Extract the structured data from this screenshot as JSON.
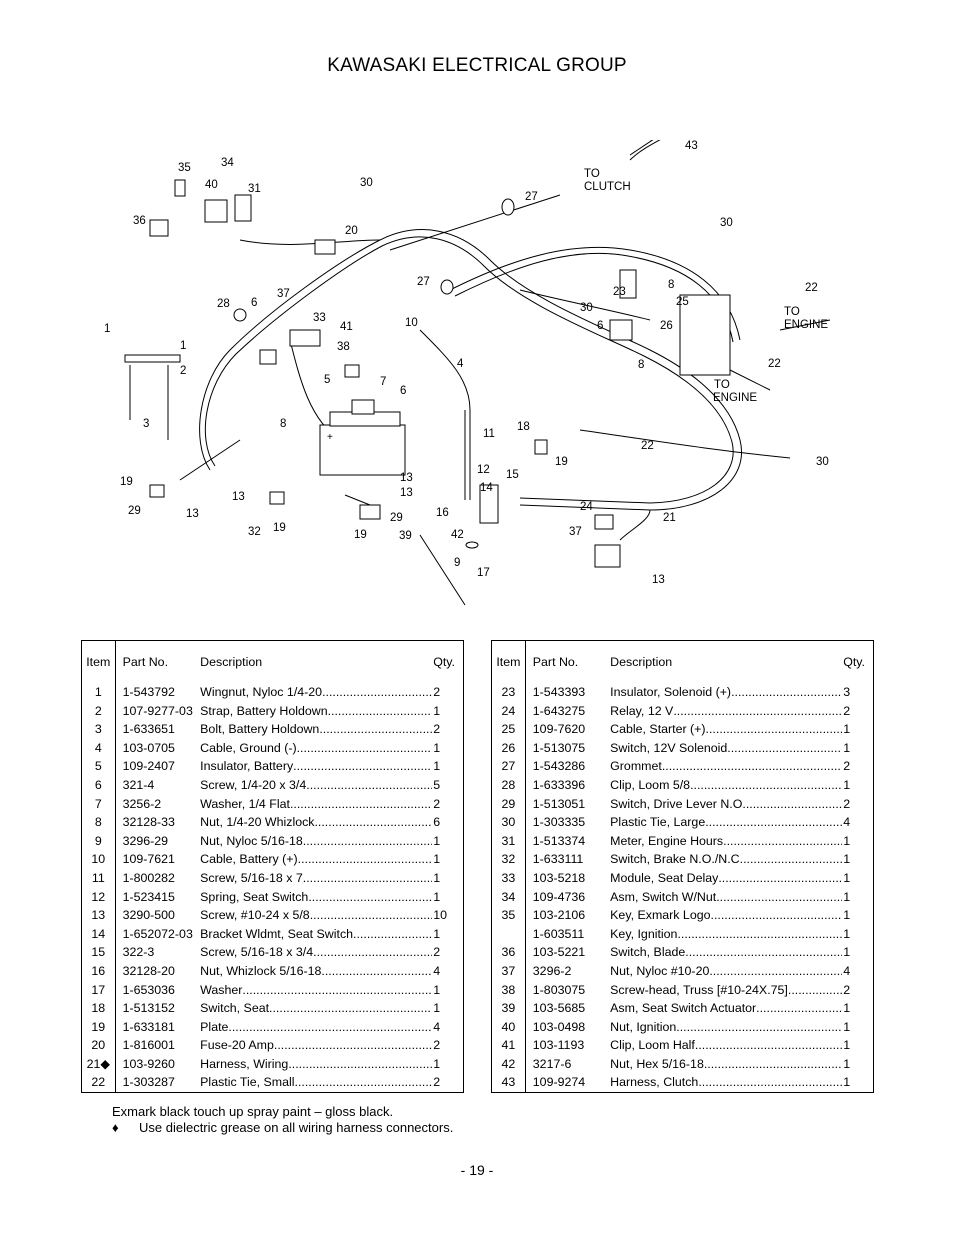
{
  "title": "KAWASAKI ELECTRICAL GROUP",
  "diagram": {
    "callouts": [
      "35",
      "34",
      "40",
      "31",
      "36",
      "30",
      "27",
      "20",
      "TO",
      "CLUTCH",
      "43",
      "30",
      "27",
      "10",
      "30",
      "23",
      "8",
      "25",
      "22",
      "TO",
      "ENGINE",
      "28",
      "6",
      "37",
      "33",
      "41",
      "38",
      "1",
      "1",
      "2",
      "3",
      "5",
      "7",
      "6",
      "4",
      "6",
      "26",
      "8",
      "22",
      "TO",
      "ENGINE",
      "8",
      "11",
      "18",
      "19",
      "22",
      "30",
      "12",
      "15",
      "14",
      "13",
      "16",
      "42",
      "9",
      "17",
      "19",
      "29",
      "13",
      "13",
      "32",
      "19",
      "19",
      "29",
      "13",
      "39",
      "24",
      "37",
      "21",
      "13"
    ]
  },
  "table_headers": {
    "item": "Item",
    "part": "Part No.",
    "description": "Description",
    "qty": "Qty."
  },
  "parts_left": [
    {
      "item": "1",
      "part": "1-543792",
      "desc": "Wingnut, Nyloc 1/4-20",
      "qty": "2"
    },
    {
      "item": "2",
      "part": "107-9277-03",
      "desc": "Strap, Battery Holdown",
      "qty": "1"
    },
    {
      "item": "3",
      "part": "1-633651",
      "desc": "Bolt, Battery Holdown",
      "qty": "2"
    },
    {
      "item": "4",
      "part": "103-0705",
      "desc": "Cable, Ground (-)",
      "qty": "1"
    },
    {
      "item": "5",
      "part": "109-2407",
      "desc": "Insulator, Battery",
      "qty": "1"
    },
    {
      "item": "6",
      "part": "321-4",
      "desc": "Screw, 1/4-20 x 3/4",
      "qty": "5"
    },
    {
      "item": "7",
      "part": "3256-2",
      "desc": "Washer, 1/4 Flat",
      "qty": "2"
    },
    {
      "item": "8",
      "part": "32128-33",
      "desc": "Nut, 1/4-20 Whizlock",
      "qty": "6"
    },
    {
      "item": "9",
      "part": "3296-29",
      "desc": "Nut, Nyloc 5/16-18",
      "qty": "1"
    },
    {
      "item": "10",
      "part": "109-7621",
      "desc": "Cable, Battery (+)",
      "qty": "1"
    },
    {
      "item": "11",
      "part": "1-800282",
      "desc": "Screw, 5/16-18 x 7",
      "qty": "1"
    },
    {
      "item": "12",
      "part": "1-523415",
      "desc": "Spring, Seat Switch",
      "qty": "1"
    },
    {
      "item": "13",
      "part": "3290-500",
      "desc": "Screw, #10-24 x 5/8",
      "qty": "10"
    },
    {
      "item": "14",
      "part": "1-652072-03",
      "desc": "Bracket Wldmt, Seat Switch",
      "qty": "1"
    },
    {
      "item": "15",
      "part": "322-3",
      "desc": "Screw, 5/16-18 x 3/4",
      "qty": "2"
    },
    {
      "item": "16",
      "part": "32128-20",
      "desc": "Nut, Whizlock 5/16-18",
      "qty": "4"
    },
    {
      "item": "17",
      "part": "1-653036",
      "desc": "Washer",
      "qty": "1"
    },
    {
      "item": "18",
      "part": "1-513152",
      "desc": "Switch, Seat",
      "qty": "1"
    },
    {
      "item": "19",
      "part": "1-633181",
      "desc": "Plate",
      "qty": "4"
    },
    {
      "item": "20",
      "part": "1-816001",
      "desc": "Fuse-20 Amp",
      "qty": "2"
    },
    {
      "item": "21◆",
      "part": "103-9260",
      "desc": "Harness, Wiring",
      "qty": "1"
    },
    {
      "item": "22",
      "part": "1-303287",
      "desc": "Plastic Tie, Small",
      "qty": "2"
    }
  ],
  "parts_right": [
    {
      "item": "23",
      "part": "1-543393",
      "desc": "Insulator, Solenoid (+)",
      "qty": "3"
    },
    {
      "item": "24",
      "part": "1-643275",
      "desc": "Relay, 12 V",
      "qty": "2"
    },
    {
      "item": "25",
      "part": "109-7620",
      "desc": "Cable, Starter (+)",
      "qty": "1"
    },
    {
      "item": "26",
      "part": "1-513075",
      "desc": "Switch, 12V Solenoid",
      "qty": "1"
    },
    {
      "item": "27",
      "part": "1-543286",
      "desc": "Grommet",
      "qty": "2"
    },
    {
      "item": "28",
      "part": "1-633396",
      "desc": "Clip, Loom 5/8",
      "qty": "1"
    },
    {
      "item": "29",
      "part": "1-513051",
      "desc": "Switch, Drive Lever N.O.",
      "qty": "2"
    },
    {
      "item": "30",
      "part": "1-303335",
      "desc": "Plastic Tie, Large",
      "qty": "4"
    },
    {
      "item": "31",
      "part": "1-513374",
      "desc": "Meter, Engine Hours",
      "qty": "1"
    },
    {
      "item": "32",
      "part": "1-633111",
      "desc": "Switch, Brake N.O./N.C.",
      "qty": "1"
    },
    {
      "item": "33",
      "part": "103-5218",
      "desc": "Module, Seat Delay",
      "qty": "1"
    },
    {
      "item": "34",
      "part": "109-4736",
      "desc": "Asm, Switch W/Nut",
      "qty": "1"
    },
    {
      "item": "35",
      "part": "103-2106",
      "desc": "Key, Exmark Logo",
      "qty": "1"
    },
    {
      "item": "",
      "part": "1-603511",
      "desc": "Key, Ignition",
      "qty": "1"
    },
    {
      "item": "36",
      "part": "103-5221",
      "desc": "Switch, Blade",
      "qty": "1"
    },
    {
      "item": "37",
      "part": "3296-2",
      "desc": "Nut, Nyloc #10-20",
      "qty": "4"
    },
    {
      "item": "38",
      "part": "1-803075",
      "desc": "Screw-head, Truss [#10-24X.75]",
      "qty": "2"
    },
    {
      "item": "39",
      "part": "103-5685",
      "desc": "Asm, Seat Switch Actuator",
      "qty": "1"
    },
    {
      "item": "40",
      "part": "103-0498",
      "desc": "Nut, Ignition",
      "qty": "1"
    },
    {
      "item": "41",
      "part": "103-1193",
      "desc": "Clip, Loom Half",
      "qty": "1"
    },
    {
      "item": "42",
      "part": "3217-6",
      "desc": "Nut, Hex 5/16-18",
      "qty": "1"
    },
    {
      "item": "43",
      "part": "109-9274",
      "desc": "Harness, Clutch",
      "qty": "1"
    }
  ],
  "notes": {
    "line1": "Exmark black touch up spray paint – gloss black.",
    "bullet": "♦",
    "line2": "Use dielectric grease on all wiring harness connectors."
  },
  "page_number": "- 19 -"
}
